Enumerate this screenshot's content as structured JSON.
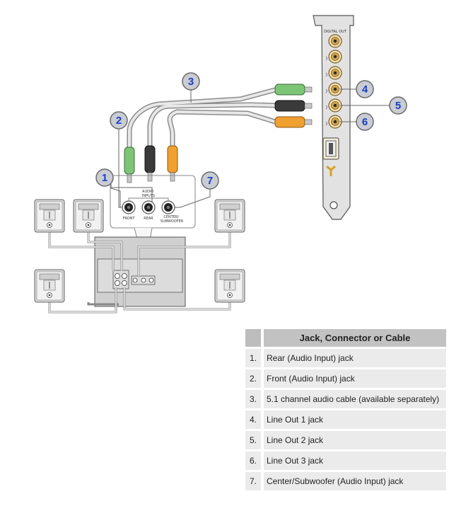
{
  "card": {
    "digital_out": "DIGITAL OUT"
  },
  "callouts": [
    "1",
    "2",
    "3",
    "4",
    "5",
    "6",
    "7"
  ],
  "speakers_panel": {
    "audio_inputs": "AUDIO\nINPUTS",
    "front": "FRONT",
    "rear": "REAR",
    "center_subwoofer": "CENTER/\nSUBWOOFER"
  },
  "colors": {
    "line_out_1_green": "#7cc576",
    "line_out_2_black": "#3a3a3a",
    "line_out_3_orange": "#f0a030",
    "callout_fill": "#c9ccd4",
    "callout_number": "#1a3fbf",
    "card_bracket": "#e2e2e2"
  },
  "table": {
    "header": "Jack, Connector or Cable",
    "rows": [
      {
        "num": "1.",
        "text": "Rear (Audio Input) jack"
      },
      {
        "num": "2.",
        "text": "Front (Audio Input) jack"
      },
      {
        "num": "3.",
        "text": "5.1 channel audio cable (available separately)"
      },
      {
        "num": "4.",
        "text": "Line Out 1 jack"
      },
      {
        "num": "5.",
        "text": "Line Out 2 jack"
      },
      {
        "num": "6.",
        "text": "Line Out 3 jack"
      },
      {
        "num": "7.",
        "text": "Center/Subwoofer (Audio Input) jack"
      }
    ]
  }
}
